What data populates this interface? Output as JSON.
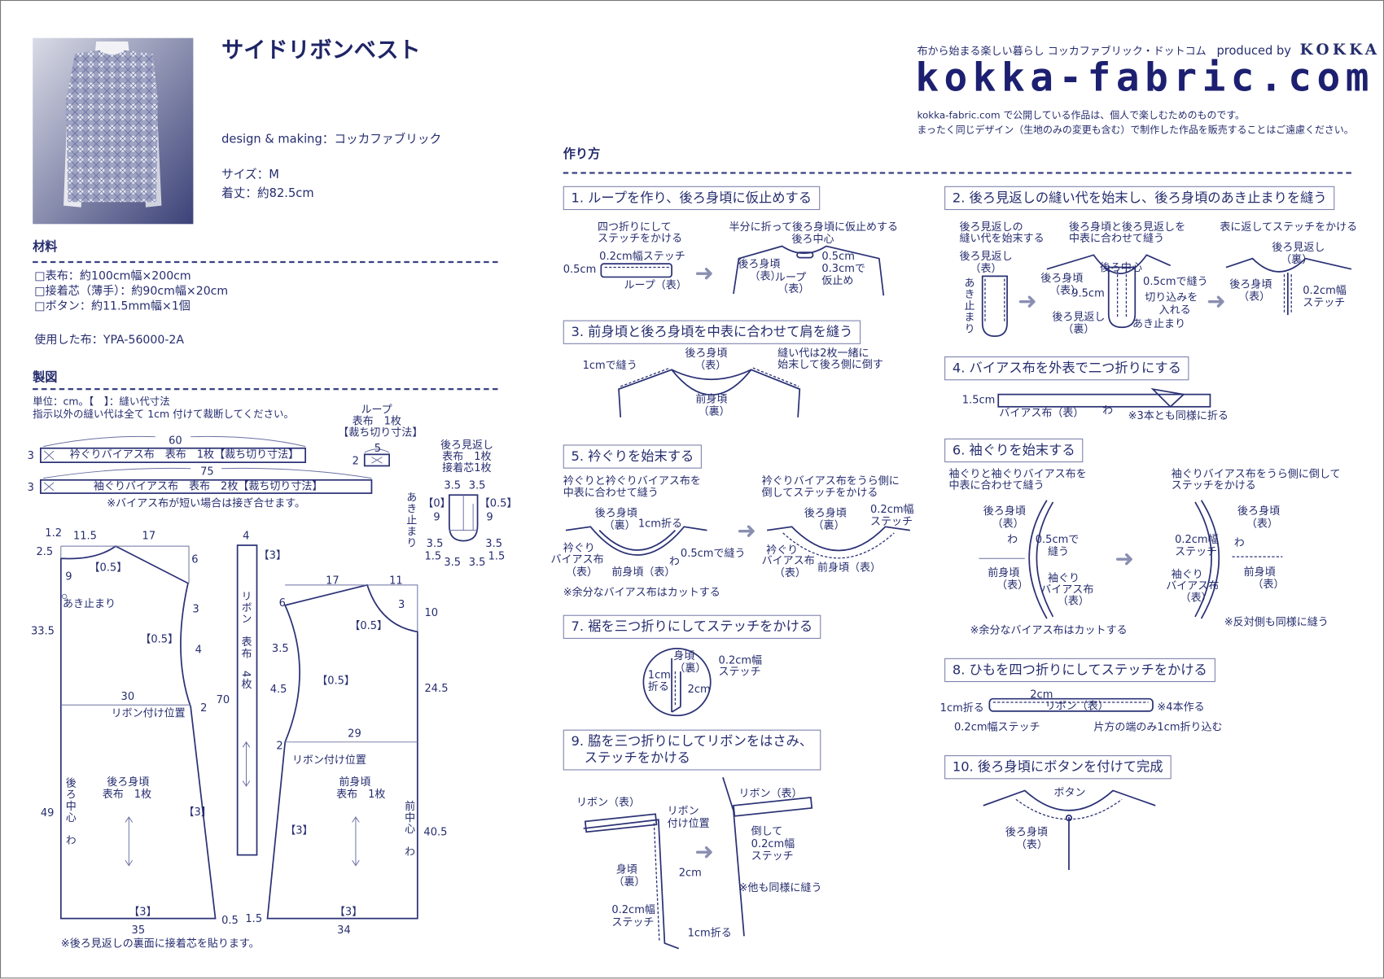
{
  "header": {
    "title": "サイドリボンベスト",
    "credit": "design & making：コッカファブリック",
    "size": "サイズ：M",
    "length": "着丈：約82.5cm",
    "tagline": "布から始まる楽しい暮らし コッカファブリック・ドットコム",
    "produced_by": "produced by",
    "brand": "KOKKA",
    "logo": "kokka-fabric.com",
    "notice": [
      "kokka-fabric.com で公開している作品は、個人で楽しむためのものです。",
      "まったく同じデザイン（生地のみの変更も含む）で制作した作品を販売することはご遠慮ください。"
    ]
  },
  "materials": {
    "heading": "材料",
    "items": [
      "□表布：約100cm幅×200cm",
      "□接着芯（薄手）：約90cm幅×20cm",
      "□ボタン：約11.5mm幅×1個"
    ],
    "fabric_used": "使用した布：YPA-56000-2A"
  },
  "pattern": {
    "heading": "製図",
    "notes": [
      "単位：cm。【　】：縫い代寸法",
      "指示以外の縫い代は全て 1cm 付けて裁断してください。"
    ],
    "labels": [
      "60",
      "3",
      "衿ぐりバイアス布　表布　1枚【裁ち切り寸法】",
      "75",
      "3",
      "袖ぐりバイアス布　表布　2枚【裁ち切り寸法】",
      "※バイアス布が短い場合は接ぎ合せます。",
      "ループ",
      "表布　1枚",
      "【裁ち切り寸法】",
      "5",
      "2",
      "後ろ見返し",
      "表布　1枚",
      "接着芯1枚",
      "3.5",
      "3.5",
      "【0】",
      "【0.5】",
      "9",
      "9",
      "あき止まり",
      "3.5",
      "3.5",
      "1.5",
      "1.5",
      "3.5",
      "3.5",
      "1.2",
      "11.5",
      "17",
      "2.5",
      "【0.5】",
      "6",
      "9",
      "あき止まり",
      "33.5",
      "3",
      "【0.5】",
      "4",
      "30",
      "2",
      "リボン付け位置",
      "後ろ身頃",
      "表布　1枚",
      "後ろ中心　わ",
      "49",
      "【3】",
      "【3】",
      "0.5",
      "35",
      "※後ろ見返しの裏面に接着芯を貼ります。",
      "4",
      "【3】",
      "リボン　表布　4枚",
      "70",
      "17",
      "11",
      "6",
      "3",
      "10",
      "【0.5】",
      "3.5",
      "【0.5】",
      "4.5",
      "24.5",
      "29",
      "2",
      "リボン付け位置",
      "前身頃",
      "表布　1枚",
      "前中心　わ",
      "40.5",
      "【3】",
      "【3】",
      "1.5",
      "34"
    ]
  },
  "howto": {
    "heading": "作り方"
  },
  "steps": [
    {
      "title": "1. ループを作り、後ろ身頃に仮止めする",
      "labels": [
        "四つ折りにして",
        "ステッチをかける",
        "0.2cm幅ステッチ",
        "0.5cm",
        "ループ（表）",
        "半分に折って後ろ身頃に仮止めする",
        "後ろ中心",
        "0.5cm",
        "0.3cmで",
        "仮止め",
        "後ろ身頃",
        "（表）",
        "ループ",
        "（表）"
      ]
    },
    {
      "title": "2. 後ろ見返しの縫い代を始末し、後ろ身頃のあき止まりを縫う",
      "labels": [
        "後ろ見返しの",
        "縫い代を始末する",
        "後ろ見返し",
        "（表）",
        "あき止まり",
        "後ろ身頃と後ろ見返しを",
        "中表に合わせて縫う",
        "後ろ中心",
        "後ろ身頃",
        "（表）",
        "9.5cm",
        "0.5cmで縫う",
        "切り込みを",
        "入れる",
        "後ろ見返し",
        "（裏）",
        "あき止まり",
        "表に返してステッチをかける",
        "後ろ見返し",
        "（裏）",
        "後ろ身頃",
        "（表）",
        "0.2cm幅",
        "ステッチ"
      ]
    },
    {
      "title": "3. 前身頃と後ろ身頃を中表に合わせて肩を縫う",
      "labels": [
        "1cmで縫う",
        "後ろ身頃",
        "（表）",
        "縫い代は2枚一緒に",
        "始末して後ろ側に倒す",
        "前身頃",
        "（裏）"
      ]
    },
    {
      "title": "4. バイアス布を外表で二つ折りにする",
      "labels": [
        "1.5cm",
        "バイアス布（表）",
        "わ",
        "※3本とも同様に折る"
      ]
    },
    {
      "title": "5. 衿ぐりを始末する",
      "labels": [
        "衿ぐりと衿ぐりバイアス布を",
        "中表に合わせて縫う",
        "後ろ身頃",
        "（裏）",
        "1cm折る",
        "衿ぐり",
        "バイアス布",
        "（表）",
        "わ",
        "0.5cmで縫う",
        "前身頃（表）",
        "※余分なバイアス布はカットする",
        "衿ぐりバイアス布をうら側に",
        "倒してステッチをかける",
        "後ろ身頃",
        "（裏）",
        "0.2cm幅",
        "ステッチ",
        "衿ぐり",
        "バイアス布",
        "（表）",
        "前身頃（表）"
      ]
    },
    {
      "title": "6. 袖ぐりを始末する",
      "labels": [
        "袖ぐりと袖ぐりバイアス布を",
        "中表に合わせて縫う",
        "後ろ身頃",
        "（表）",
        "わ",
        "0.5cmで",
        "縫う",
        "前身頃",
        "（表）",
        "袖ぐり",
        "バイアス布",
        "（表）",
        "※余分なバイアス布はカットする",
        "袖ぐりバイアス布をうら側に倒して",
        "ステッチをかける",
        "後ろ身頃",
        "（表）",
        "0.2cm幅",
        "ステッチ",
        "わ",
        "袖ぐり",
        "バイアス布",
        "（表）",
        "前身頃",
        "（表）",
        "※反対側も同様に縫う"
      ]
    },
    {
      "title": "7. 裾を三つ折りにしてステッチをかける",
      "labels": [
        "身頃",
        "（裏）",
        "0.2cm幅",
        "ステッチ",
        "1cm",
        "折る",
        "2cm"
      ]
    },
    {
      "title": "8. ひもを四つ折りにしてステッチをかける",
      "labels": [
        "2cm",
        "1cm折る",
        "リボン（表）",
        "※4本作る",
        "0.2cm幅ステッチ",
        "片方の端のみ1cm折り込む"
      ]
    },
    {
      "title_lines": [
        "9. 脇を三つ折りにしてリボンをはさみ、",
        "　ステッチをかける"
      ],
      "labels": [
        "リボン（表）",
        "リボン",
        "付け位置",
        "身頃",
        "（裏）",
        "2cm",
        "0.2cm幅",
        "ステッチ",
        "1cm折る",
        "リボン（表）",
        "倒して",
        "0.2cm幅",
        "ステッチ",
        "※他も同様に縫う"
      ]
    },
    {
      "title": "10. 後ろ身頃にボタンを付けて完成",
      "labels": [
        "ボタン",
        "後ろ身頃",
        "（表）"
      ]
    }
  ],
  "colors": {
    "ink": "#262d6e",
    "accent": "#1d2070",
    "arrow": "#8a8fb2"
  }
}
